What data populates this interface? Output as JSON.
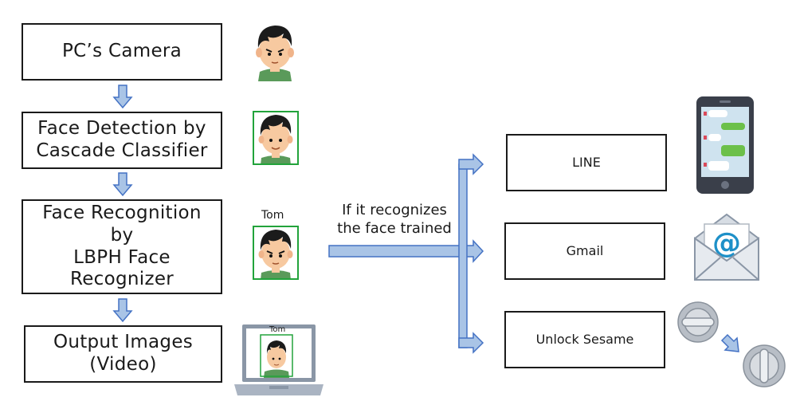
{
  "pipeline": {
    "camera": "PC’s Camera",
    "detection": [
      "Face Detection by",
      "Cascade Classifier"
    ],
    "recognition": [
      "Face Recognition",
      "by",
      "LBPH Face",
      "Recognizer"
    ],
    "output": [
      "Output Images",
      "(Video)"
    ]
  },
  "labels": {
    "tom": "Tom",
    "tom_small": "Tom",
    "condition": [
      "If it recognizes",
      "the face trained"
    ]
  },
  "actions": {
    "line": "LINE",
    "gmail": "Gmail",
    "sesame": "Unlock Sesame"
  },
  "colors": {
    "arrow_fill": "#a9c4e6",
    "arrow_stroke": "#4472c4",
    "detect_box": "#22a33b",
    "email_at": "#1e90c8"
  }
}
